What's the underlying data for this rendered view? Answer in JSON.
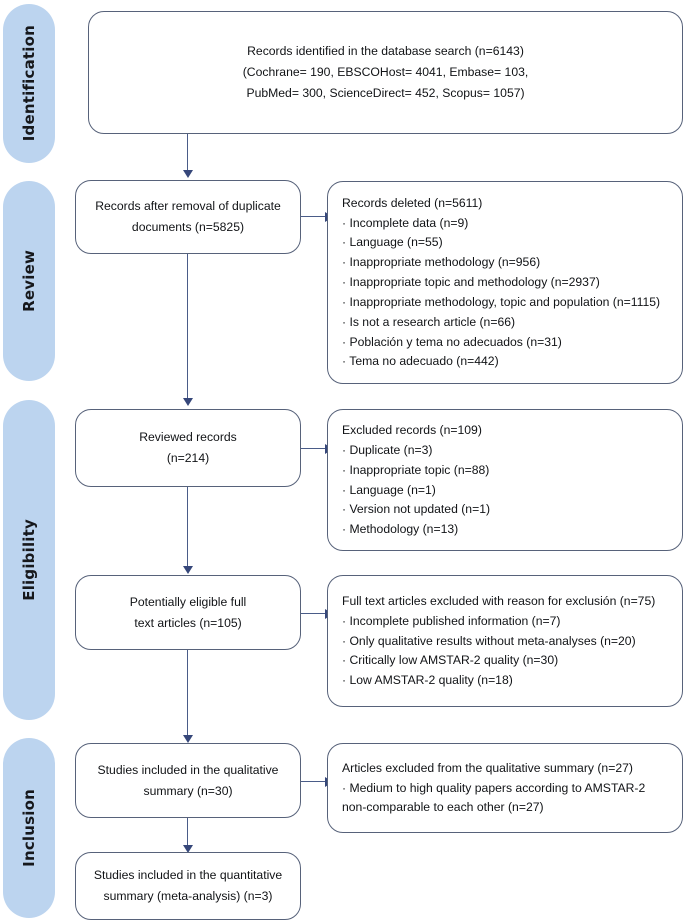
{
  "diagram": {
    "title": "PRISMA flow diagram",
    "accent_pill_color": "#bcd4ef",
    "box_border_color": "#57627a",
    "connector_color": "#4a5c88",
    "background_color": "#ffffff"
  },
  "stages": [
    {
      "id": "identification",
      "label": "Identification"
    },
    {
      "id": "review",
      "label": "Review"
    },
    {
      "id": "eligibility",
      "label": "Eligibility"
    },
    {
      "id": "inclusion",
      "label": "Inclusion"
    }
  ],
  "boxes": {
    "identified": {
      "name": "records-identified-box",
      "lines": [
        "Records identified in the database search  (n=6143)",
        "(Cochrane= 190, EBSCOHost= 4041, Embase= 103,",
        "PubMed= 300, ScienceDirect= 452, Scopus= 1057)"
      ]
    },
    "after_duplicates": {
      "name": "records-after-duplicates-box",
      "lines": [
        "Records after removal of duplicate",
        "documents (n=5825)"
      ]
    },
    "records_deleted": {
      "name": "records-deleted-box",
      "heading": "Records deleted (n=5611)",
      "lines": [
        "· Incomplete data (n=9)",
        "· Language (n=55)",
        "· Inappropriate methodology (n=956)",
        "· Inappropriate topic and methodology (n=2937)",
        "· Inappropriate methodology, topic and population (n=1115)",
        "· Is not a research article (n=66)",
        "· Población y tema no adecuados (n=31)",
        "· Tema no adecuado (n=442)"
      ]
    },
    "reviewed": {
      "name": "reviewed-records-box",
      "lines": [
        "Reviewed records",
        "(n=214)"
      ]
    },
    "excluded_records": {
      "name": "excluded-records-box",
      "heading": "Excluded records (n=109)",
      "lines": [
        "· Duplicate (n=3)",
        "· Inappropriate topic (n=88)",
        "· Language (n=1)",
        "· Version not updated (n=1)",
        "· Methodology (n=13)"
      ]
    },
    "potentially_eligible": {
      "name": "potentially-eligible-box",
      "lines": [
        "Potentially eligible full",
        "text articles (n=105)"
      ]
    },
    "fulltext_excluded": {
      "name": "fulltext-excluded-box",
      "heading": "Full text articles excluded with reason for exclusión (n=75)",
      "lines": [
        "· Incomplete published information (n=7)",
        "· Only qualitative results without meta-analyses (n=20)",
        "· Critically low AMSTAR-2 quality (n=30)",
        "· Low AMSTAR-2 quality (n=18)"
      ]
    },
    "qualitative": {
      "name": "qualitative-summary-box",
      "lines": [
        "Studies included in the qualitative",
        "summary (n=30)"
      ]
    },
    "qualitative_excluded": {
      "name": "qualitative-excluded-box",
      "heading": "Articles excluded from the qualitative summary (n=27)",
      "lines": [
        "· Medium to high quality papers according to AMSTAR-2",
        "non-comparable to each other  (n=27)"
      ]
    },
    "quantitative": {
      "name": "quantitative-summary-box",
      "lines": [
        "Studies included in the quantitative",
        "summary (meta-analysis) (n=3)"
      ]
    }
  }
}
